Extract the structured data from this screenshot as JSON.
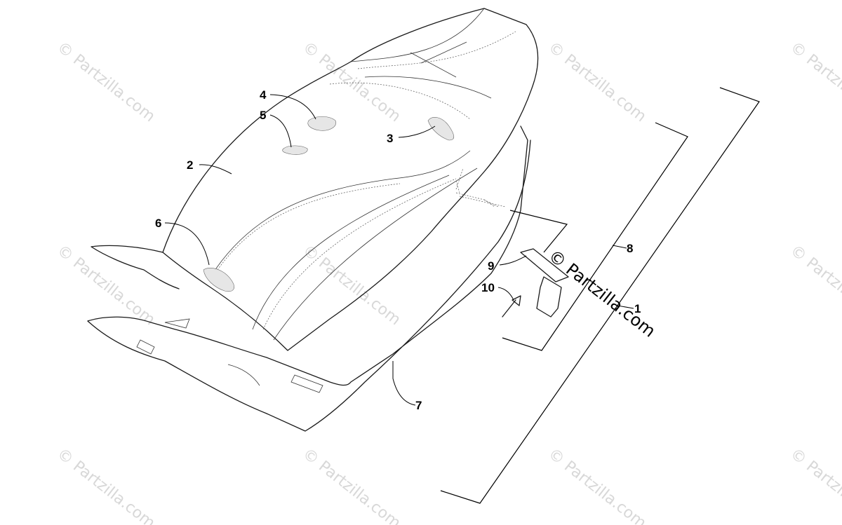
{
  "watermark": {
    "text": "© Partzilla.com",
    "center_text": "© Partzilla.com"
  },
  "callouts": [
    {
      "id": "1",
      "label": "1"
    },
    {
      "id": "2",
      "label": "2"
    },
    {
      "id": "3",
      "label": "3"
    },
    {
      "id": "4",
      "label": "4"
    },
    {
      "id": "5",
      "label": "5"
    },
    {
      "id": "6",
      "label": "6"
    },
    {
      "id": "7",
      "label": "7"
    },
    {
      "id": "8",
      "label": "8"
    },
    {
      "id": "9",
      "label": "9"
    },
    {
      "id": "10",
      "label": "10"
    }
  ],
  "colors": {
    "line": "#1a1a1a",
    "watermark": "#d8d8d8",
    "patch": "#e6e6e6"
  }
}
